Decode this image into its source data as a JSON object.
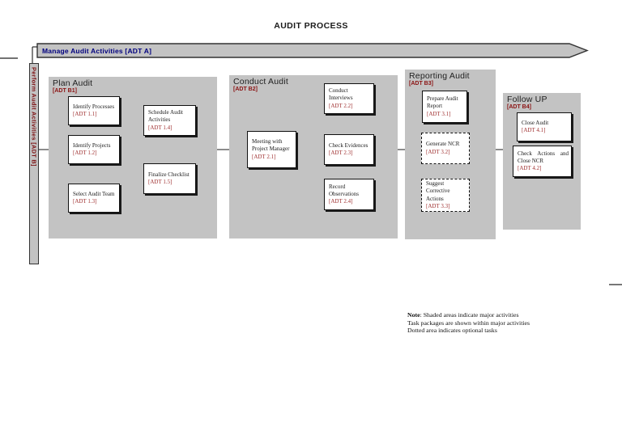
{
  "title": "AUDIT PROCESS",
  "banner": {
    "label": "Manage Audit Activities [ADT A]"
  },
  "side_bar": {
    "label": "Perform Audit Activities [ADT B]"
  },
  "colors": {
    "region_fill": "#c3c3c3",
    "box_fill": "#ffffff",
    "line": "#1a1a1a",
    "banner_text": "#00007f",
    "code_red": "#8b1212",
    "task_code_red": "#a03232"
  },
  "regions": [
    {
      "name": "Plan Audit",
      "code": "[ADT B1]",
      "boxes": [
        {
          "title": "Identify Processes",
          "code": "[ADT 1.1]"
        },
        {
          "title": "Identify Projects",
          "code": "[ADT 1.2]"
        },
        {
          "title": "Select Audit Team",
          "code": "[ADT 1.3]"
        },
        {
          "title": "Schedule Audit Activities",
          "code": "[ADT 1.4]"
        },
        {
          "title": "Finalize Checklist",
          "code": "[ADT 1.5]"
        }
      ]
    },
    {
      "name": "Conduct Audit",
      "code": "[ADT B2]",
      "boxes": [
        {
          "title": "Meeting with Project Manager",
          "code": "[ADT 2.1]"
        },
        {
          "title": "Conduct Interviews",
          "code": "[ADT 2.2]"
        },
        {
          "title": "Check Evidences",
          "code": "[ADT 2.3]"
        },
        {
          "title": "Record Observations",
          "code": "[ADT 2.4]"
        }
      ]
    },
    {
      "name": "Reporting Audit",
      "code": "[ADT B3]",
      "boxes": [
        {
          "title": "Prepare Audit Report",
          "code": "[ADT 3.1]"
        },
        {
          "title": "Generate NCR",
          "code": "[ADT 3.2]"
        },
        {
          "title": "Suggest Corrective Actions",
          "code": "[ADT 3.3]"
        }
      ]
    },
    {
      "name": "Follow UP",
      "code": "[ADT B4]",
      "boxes": [
        {
          "title": "Close Audit",
          "code": "[ADT 4.1]"
        },
        {
          "title": "Check Actions and Close NCR",
          "code": "[ADT 4.2]"
        }
      ]
    }
  ],
  "note": {
    "label": "Note",
    "line1": ": Shaded areas indicate major activities",
    "line2": "Task packages are shown within major activities",
    "line3": "Dotted area indicates optional tasks"
  }
}
